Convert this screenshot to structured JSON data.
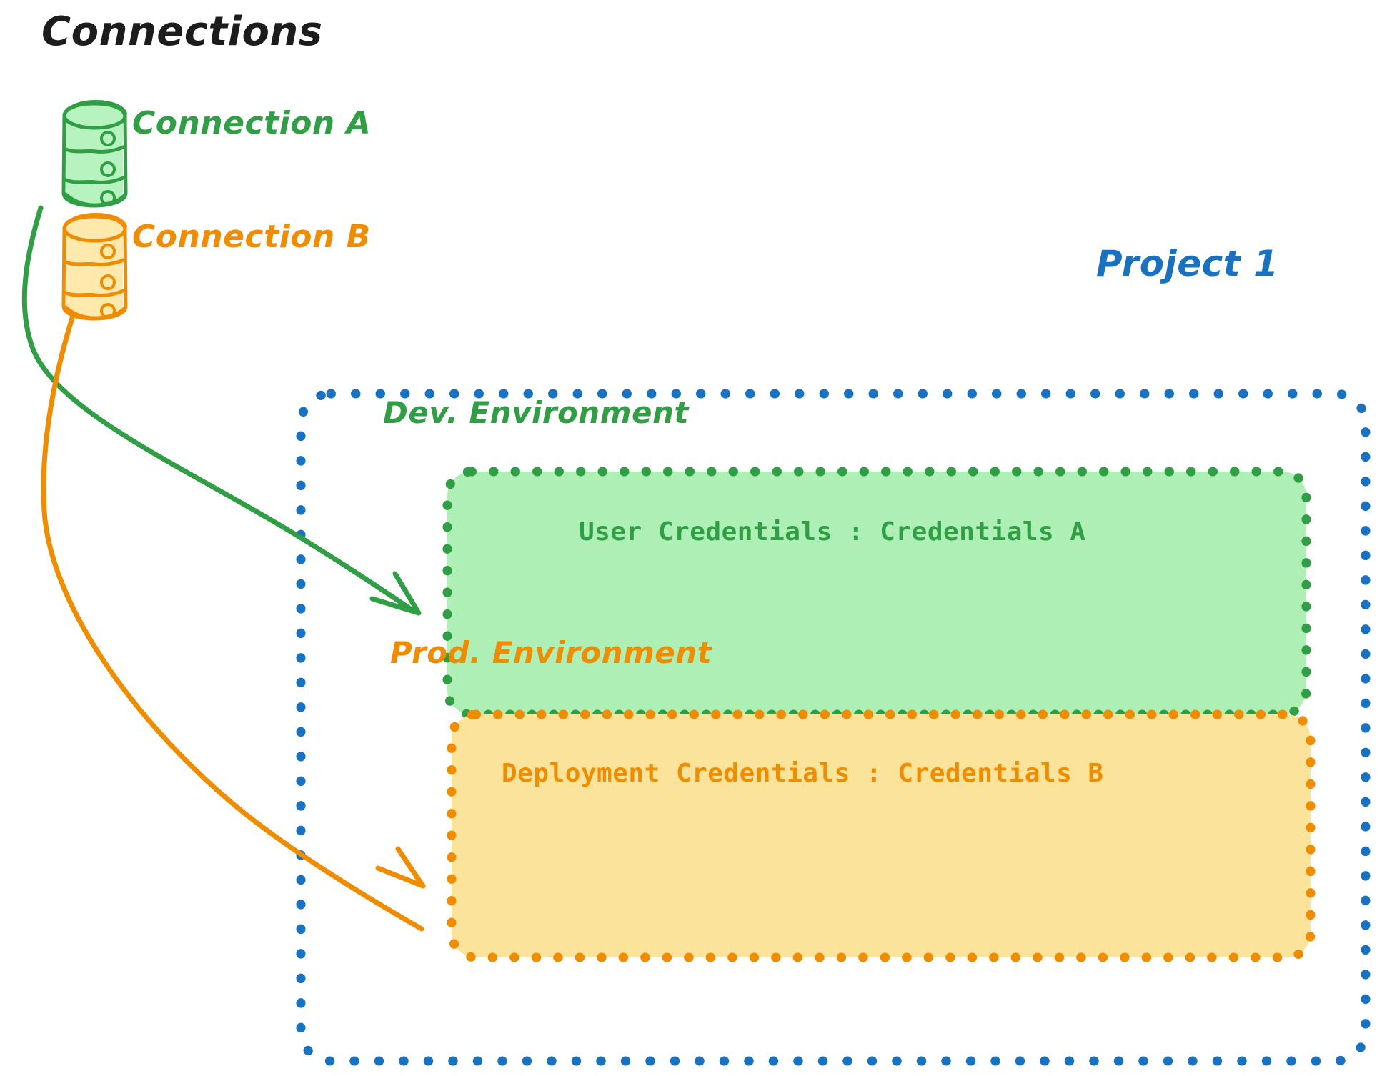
{
  "diagram": {
    "title": "Connections",
    "connections": [
      {
        "id": "a",
        "label": "Connection A",
        "color": "#2f9e44",
        "fill": "#b2f2bb",
        "icon": "database-cylinder-icon"
      },
      {
        "id": "b",
        "label": "Connection B",
        "color": "#f08c00",
        "fill": "#ffe8a8",
        "icon": "database-cylinder-icon"
      }
    ],
    "project": {
      "label": "Project 1",
      "color": "#1971c2",
      "border_style": "dotted",
      "environments": [
        {
          "id": "dev",
          "title": "Dev. Environment",
          "credentials_label": "User Credentials : Credentials A",
          "color": "#2f9e44",
          "fill": "#aeefb6",
          "border_style": "dotted"
        },
        {
          "id": "prod",
          "title": "Prod. Environment",
          "credentials_label": "Deployment Credentials : Credentials B",
          "color": "#f08c00",
          "fill": "#fbe49a",
          "border_style": "dotted"
        }
      ]
    },
    "arrows": [
      {
        "id": "arrow-a-to-dev",
        "from": "Connection A",
        "to": "Dev. Environment",
        "color": "#2f9e44"
      },
      {
        "id": "arrow-b-to-prod",
        "from": "Connection B",
        "to": "Prod. Environment",
        "color": "#f08c00"
      }
    ]
  }
}
